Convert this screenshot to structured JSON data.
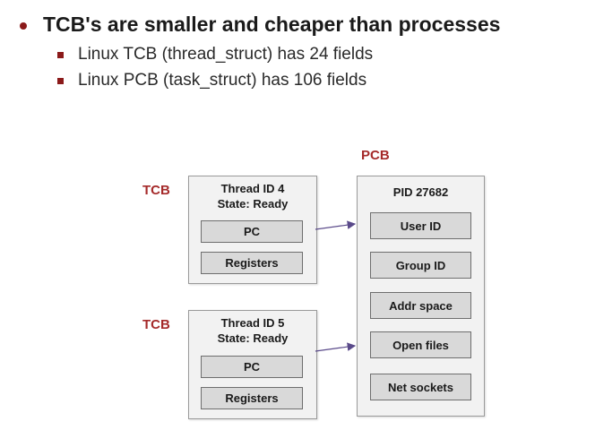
{
  "heading": "TCB's are smaller and cheaper than processes",
  "bullets": [
    "Linux TCB (thread_struct) has 24 fields",
    "Linux PCB (task_struct) has 106 fields"
  ],
  "colors": {
    "accent": "#a52a2a",
    "box_fill": "#f2f2f2",
    "inner_fill": "#d9d9d9",
    "arrow": "#5a4a8a"
  },
  "diagram": {
    "pcb_label": "PCB",
    "tcbs": [
      {
        "label": "TCB",
        "thread_id": "Thread ID 4",
        "state": "State: Ready",
        "fields": [
          "PC",
          "Registers"
        ]
      },
      {
        "label": "TCB",
        "thread_id": "Thread ID 5",
        "state": "State: Ready",
        "fields": [
          "PC",
          "Registers"
        ]
      }
    ],
    "pcb": {
      "title": "PID 27682",
      "fields": [
        "User ID",
        "Group ID",
        "Addr space",
        "Open files",
        "Net sockets"
      ]
    }
  }
}
